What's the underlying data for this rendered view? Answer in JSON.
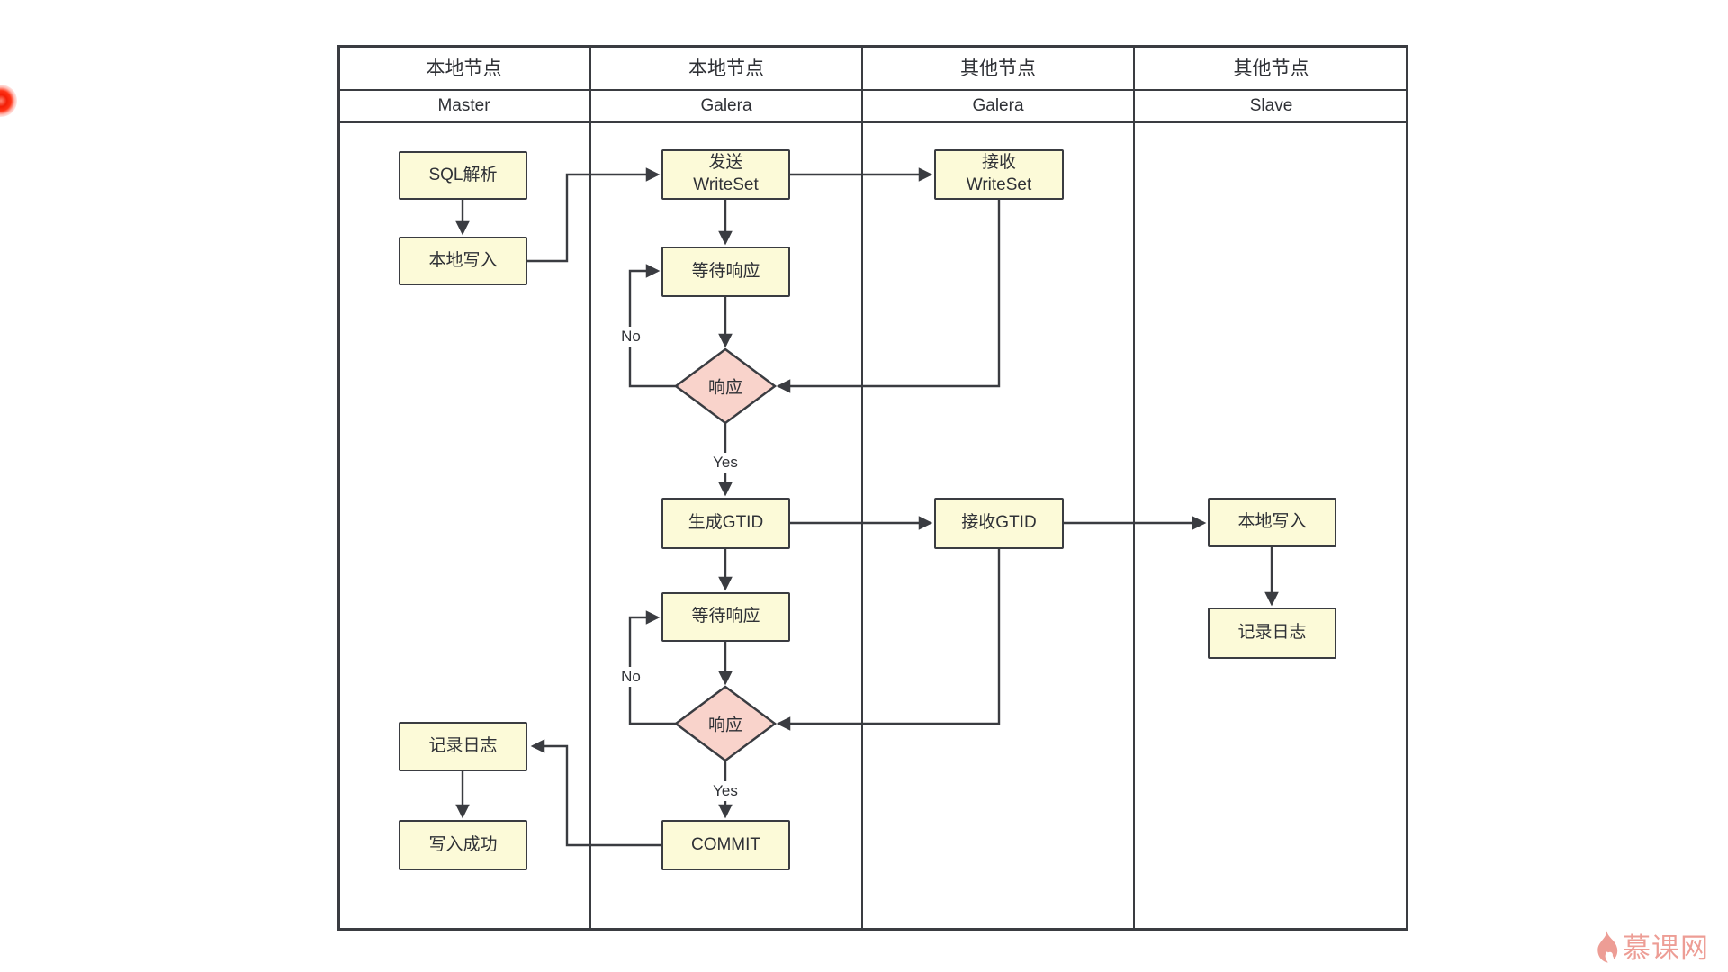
{
  "diagram": {
    "lanes": [
      {
        "group": "本地节点",
        "role": "Master"
      },
      {
        "group": "本地节点",
        "role": "Galera"
      },
      {
        "group": "其他节点",
        "role": "Galera"
      },
      {
        "group": "其他节点",
        "role": "Slave"
      }
    ],
    "nodes": {
      "sql_parse": "SQL解析",
      "local_write": "本地写入",
      "log": "记录日志",
      "write_success": "写入成功",
      "send_writeset": [
        "发送",
        "WriteSet"
      ],
      "recv_writeset": [
        "接收",
        "WriteSet"
      ],
      "wait_response": "等待响应",
      "response": "响应",
      "gen_gtid": "生成GTID",
      "recv_gtid": "接收GTID",
      "commit": "COMMIT",
      "local_write_slave": "本地写入",
      "log_slave": "记录日志"
    },
    "edge_labels": {
      "yes": "Yes",
      "no": "No"
    },
    "colors": {
      "process_fill": "#FCFAD8",
      "decision_fill": "#F9D3CB",
      "line": "#3A3C41",
      "text": "#2F3136"
    }
  },
  "watermark": {
    "brand": "慕课网",
    "color": "#ED9D95"
  },
  "pointer": {
    "color": "#FF2D10"
  }
}
